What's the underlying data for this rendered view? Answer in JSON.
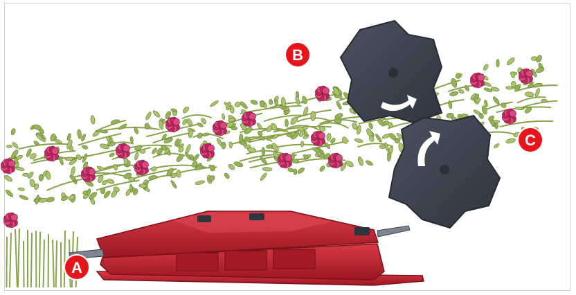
{
  "diagram": {
    "labels": [
      {
        "id": "A",
        "text": "A"
      },
      {
        "id": "B",
        "text": "B"
      },
      {
        "id": "C",
        "text": "C"
      }
    ],
    "colors": {
      "badge": "#e8141b",
      "cutter_red": "#c81f2c",
      "cutter_dark": "#8e1620",
      "roller": "#3e4552",
      "roller_arrow": "#ffffff",
      "stem": "#8aa24a",
      "leaf": "#a9c46a",
      "flower": "#c2275e"
    },
    "icons": [
      "cutter-bar-icon",
      "conditioner-roller-icon",
      "rotation-arrow-icon",
      "clover-flower-icon"
    ]
  }
}
